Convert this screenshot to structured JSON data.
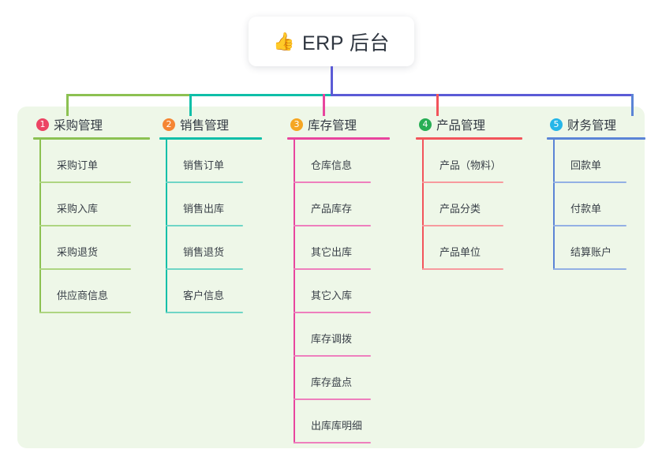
{
  "root": {
    "icon": "thumbs-up",
    "icon_glyph": "👍",
    "label": "ERP 后台"
  },
  "colors": {
    "canvas_bg": "#eef7e8",
    "page_bg": "#ffffff",
    "root_line": "#5b5bd6",
    "bus_left": "#8cc152",
    "bus_mid": "#0fbfa8",
    "bus_right": "#5b5bd6"
  },
  "columns": [
    {
      "number": "1",
      "badge_color": "#ec4464",
      "accent": "#8cc152",
      "accent_light": "#aed581",
      "title": "采购管理",
      "items": [
        "采购订单",
        "采购入库",
        "采购退货",
        "供应商信息"
      ]
    },
    {
      "number": "2",
      "badge_color": "#f58634",
      "accent": "#0fbfa8",
      "accent_light": "#6fd5c6",
      "title": "销售管理",
      "items": [
        "销售订单",
        "销售出库",
        "销售退货",
        "客户信息"
      ]
    },
    {
      "number": "3",
      "badge_color": "#f5a623",
      "accent": "#e8459e",
      "accent_light": "#ee7fbd",
      "title": "库存管理",
      "items": [
        "仓库信息",
        "产品库存",
        "其它出库",
        "其它入库",
        "库存调拨",
        "库存盘点",
        "出库库明细"
      ]
    },
    {
      "number": "4",
      "badge_color": "#27ae55",
      "accent": "#f2545b",
      "accent_light": "#f79a9e",
      "title": "产品管理",
      "items": [
        "产品（物料）",
        "产品分类",
        "产品单位"
      ]
    },
    {
      "number": "5",
      "badge_color": "#26b6e8",
      "accent": "#5b84d6",
      "accent_light": "#93b0e4",
      "title": "财务管理",
      "items": [
        "回款单",
        "付款单",
        "结算账户"
      ]
    }
  ]
}
